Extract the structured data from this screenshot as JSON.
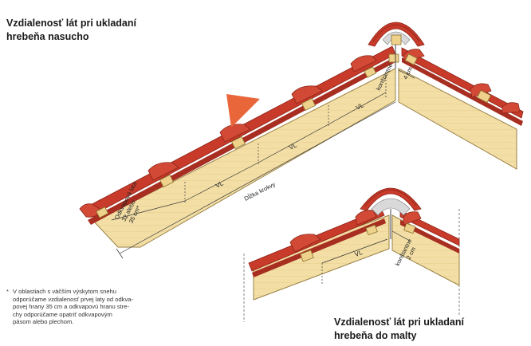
{
  "titles": {
    "dry": [
      "Vzdialenosť lát pri ukladaní",
      "hrebeňa nasucho"
    ],
    "mortar": [
      "Vzdialenosť lát pri ukladaní",
      "hrebeňa do malty"
    ]
  },
  "labels": {
    "first_batten_distance": [
      "Odkvapová lata",
      "32 alebo",
      "35 cm*"
    ],
    "vl": "VL",
    "rafter_length": "Dĺžka krokvy",
    "constant": "konštantne",
    "dim_dry": "4 cm",
    "dim_mortar": "2 cm"
  },
  "footnote": {
    "mark": "*",
    "lines": [
      "V oblastiach s väčším výskytom snehu",
      "odporúčame vzdialenosť prvej laty od odkva-",
      "povej hrany 35 cm a odkvapovú hranu stre-",
      "chy odporúčame opatriť odkvapovým",
      "pásom alebo plechom."
    ]
  },
  "colors": {
    "tile": "#c83a2a",
    "tile_dark": "#8c2418",
    "wood": "#f3dfa6",
    "wood_edge": "#b69a55",
    "batten": "#eed18a",
    "ridge_seal": "#d9d9d9",
    "accent_flag": "#e8663a"
  }
}
